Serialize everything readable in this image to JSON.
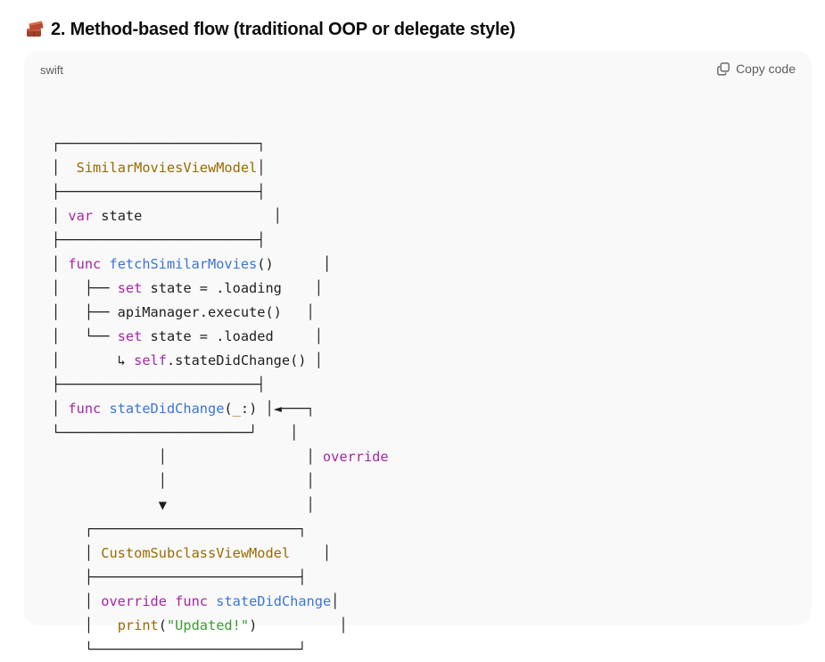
{
  "heading": {
    "emoji_icon": "bricks-icon",
    "title": "2. Method-based flow (traditional OOP or delegate style)"
  },
  "code_block": {
    "language": "swift",
    "copy_label": "Copy code",
    "copy_icon": "copy-icon",
    "colors": {
      "type": "#9a6a00",
      "keyword": "#a626a4",
      "function": "#3b74d8",
      "string": "#3c9a32",
      "plain": "#1f1f1f"
    },
    "lines": [
      [
        {
          "t": ""
        }
      ],
      [
        {
          "t": "┌────────────────────────┐"
        }
      ],
      [
        {
          "t": "│  "
        },
        {
          "t": "SimilarMoviesViewModel",
          "c": "type"
        },
        {
          "t": "│"
        }
      ],
      [
        {
          "t": "├────────────────────────┤"
        }
      ],
      [
        {
          "t": "│ "
        },
        {
          "t": "var",
          "c": "kw"
        },
        {
          "t": " state                │"
        }
      ],
      [
        {
          "t": "├────────────────────────┤"
        }
      ],
      [
        {
          "t": "│ "
        },
        {
          "t": "func",
          "c": "kw"
        },
        {
          "t": " "
        },
        {
          "t": "fetchSimilarMovies",
          "c": "fn"
        },
        {
          "t": "()      │"
        }
      ],
      [
        {
          "t": "│   ├── "
        },
        {
          "t": "set",
          "c": "kw"
        },
        {
          "t": " state = .loading    │"
        }
      ],
      [
        {
          "t": "│   ├── apiManager.execute()   │"
        }
      ],
      [
        {
          "t": "│   └── "
        },
        {
          "t": "set",
          "c": "kw"
        },
        {
          "t": " state = .loaded     │"
        }
      ],
      [
        {
          "t": "│       ↳ "
        },
        {
          "t": "self",
          "c": "kw"
        },
        {
          "t": ".stateDidChange() │"
        }
      ],
      [
        {
          "t": "├────────────────────────┤"
        }
      ],
      [
        {
          "t": "│ "
        },
        {
          "t": "func",
          "c": "kw"
        },
        {
          "t": " "
        },
        {
          "t": "stateDidChange",
          "c": "fn"
        },
        {
          "t": "("
        },
        {
          "t": "_",
          "c": "type"
        },
        {
          "t": ":) │◄───┐"
        }
      ],
      [
        {
          "t": "└───────────────────────┘    │"
        }
      ],
      [
        {
          "t": "             │                 │ "
        },
        {
          "t": "override",
          "c": "kw"
        }
      ],
      [
        {
          "t": "             │                 │"
        }
      ],
      [
        {
          "t": "             ▼                 │"
        }
      ],
      [
        {
          "t": "    ┌─────────────────────────┐"
        }
      ],
      [
        {
          "t": "    │ "
        },
        {
          "t": "CustomSubclassViewModel",
          "c": "type"
        },
        {
          "t": "    │"
        }
      ],
      [
        {
          "t": "    ├─────────────────────────┤"
        }
      ],
      [
        {
          "t": "    │ "
        },
        {
          "t": "override",
          "c": "kw"
        },
        {
          "t": " "
        },
        {
          "t": "func",
          "c": "kw"
        },
        {
          "t": " "
        },
        {
          "t": "stateDidChange",
          "c": "fn"
        },
        {
          "t": "│"
        }
      ],
      [
        {
          "t": "    │   "
        },
        {
          "t": "print",
          "c": "type"
        },
        {
          "t": "("
        },
        {
          "t": "\"Updated!\"",
          "c": "str"
        },
        {
          "t": ")          │"
        }
      ],
      [
        {
          "t": "    └─────────────────────────┘"
        }
      ]
    ]
  }
}
